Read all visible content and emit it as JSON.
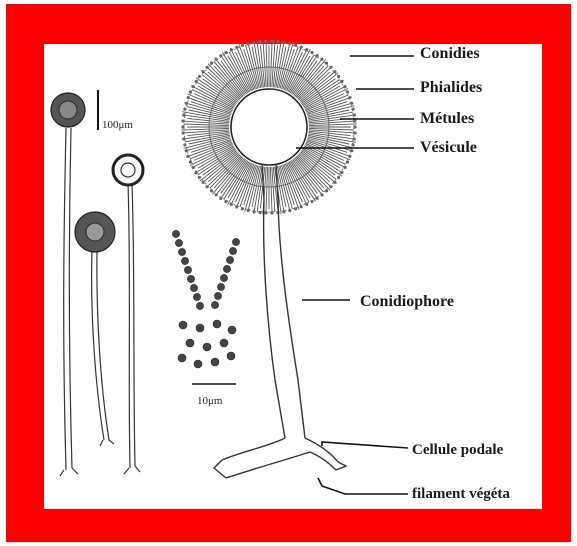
{
  "colors": {
    "frame": "#ff0000",
    "ink": "#1a1a1a",
    "background": "#ffffff"
  },
  "labels": {
    "conidies": "Conidies",
    "phialides": "Phialides",
    "metules": "Métules",
    "vesicule": "Vésicule",
    "conidiophore": "Conidiophore",
    "cellule_podale": "Cellule podale",
    "filament": "filament végéta"
  },
  "scales": {
    "large": "100μm",
    "small": "10μm"
  }
}
